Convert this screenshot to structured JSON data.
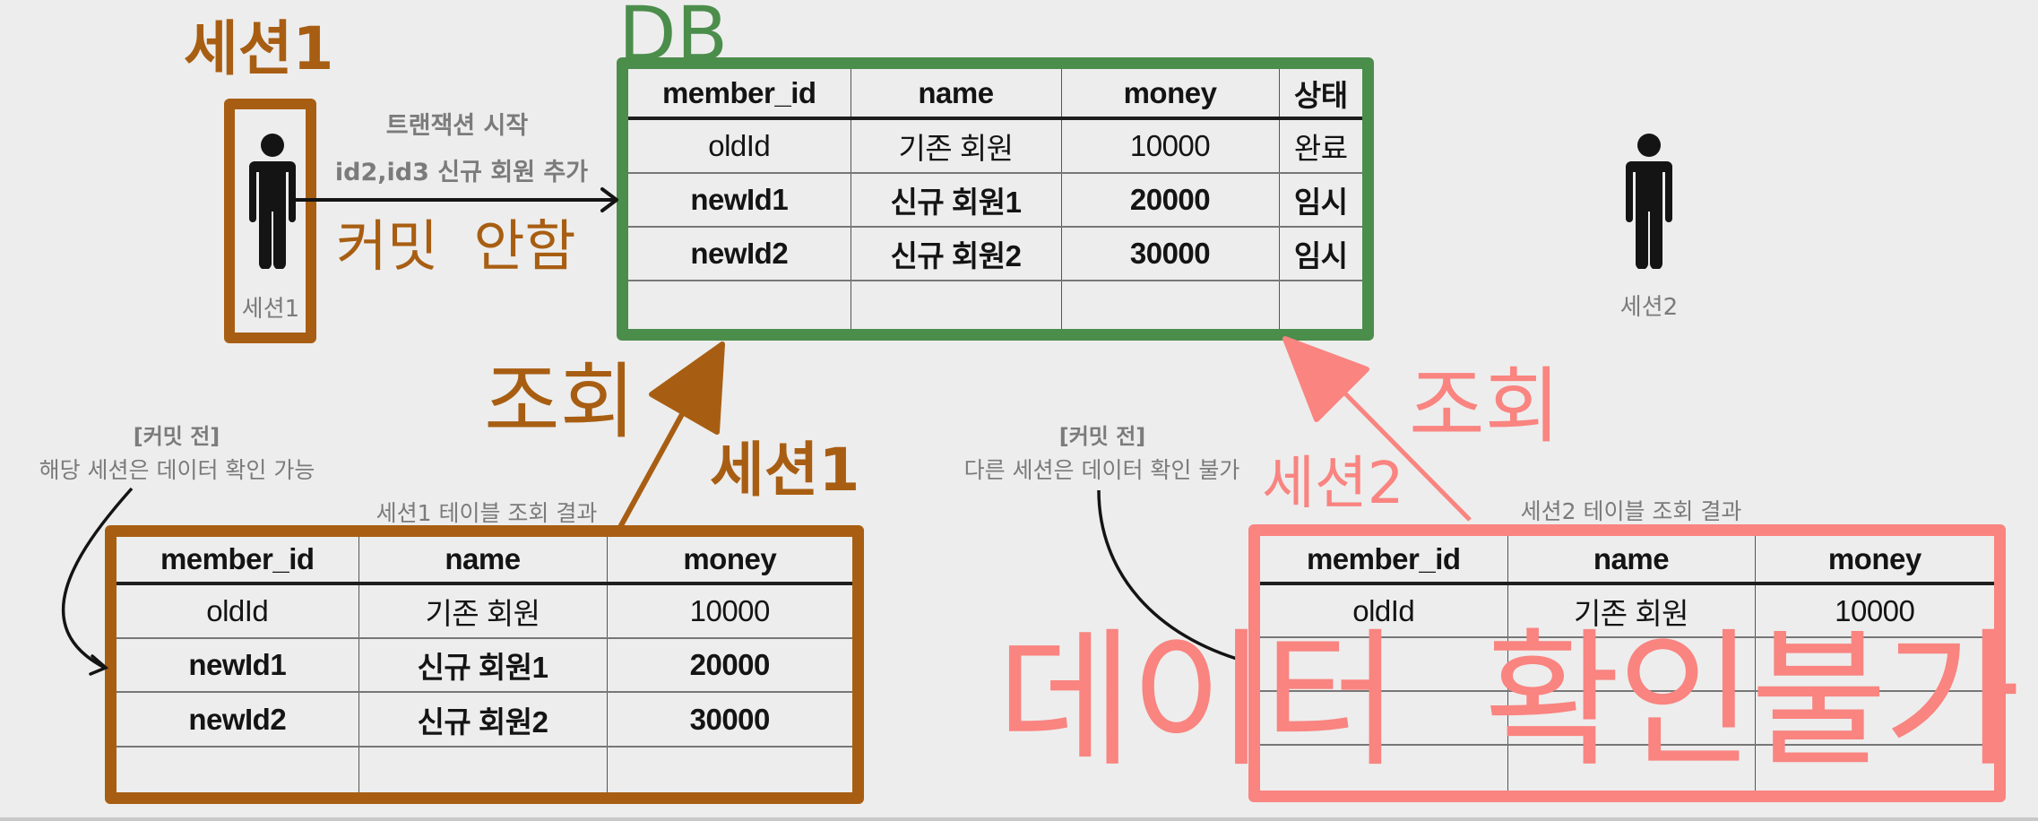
{
  "title_session1": "세션1",
  "title_db": "DB",
  "session1_figure": {
    "label": "세션1"
  },
  "session2_figure": {
    "label": "세션2"
  },
  "tx_arrow": {
    "line1": "트랜잭션 시작",
    "line2": "id2,id3 신규 회원 추가",
    "status": "커밋  안함"
  },
  "db_table": {
    "columns": [
      "member_id",
      "name",
      "money",
      "상태"
    ],
    "rows": [
      {
        "member_id": "oldId",
        "name": "기존 회원",
        "money": "10000",
        "state": "완료",
        "bold": false
      },
      {
        "member_id": "newId1",
        "name": "신규 회원1",
        "money": "20000",
        "state": "임시",
        "bold": true
      },
      {
        "member_id": "newId2",
        "name": "신규 회원2",
        "money": "30000",
        "state": "임시",
        "bold": true
      },
      {
        "member_id": "",
        "name": "",
        "money": "",
        "state": "",
        "bold": false
      }
    ],
    "border_color": "#4b8d4b"
  },
  "session1_query": {
    "action": "조회",
    "session_label": "세션1",
    "note_title": "[커밋 전]",
    "note_text": "해당 세션은 데이터 확인 가능",
    "caption": "세션1 테이블 조회 결과",
    "color": "#a85e12",
    "table": {
      "columns": [
        "member_id",
        "name",
        "money"
      ],
      "rows": [
        {
          "member_id": "oldId",
          "name": "기존 회원",
          "money": "10000",
          "bold": false
        },
        {
          "member_id": "newId1",
          "name": "신규 회원1",
          "money": "20000",
          "bold": true
        },
        {
          "member_id": "newId2",
          "name": "신규 회원2",
          "money": "30000",
          "bold": true
        },
        {
          "member_id": "",
          "name": "",
          "money": "",
          "bold": false
        }
      ]
    }
  },
  "session2_query": {
    "action": "조회",
    "session_label": "세션2",
    "note_title": "[커밋 전]",
    "note_text": "다른 세션은 데이터 확인 불가",
    "caption": "세션2 테이블 조회 결과",
    "overlay_text": "데이터  확인불가",
    "color": "#f98480",
    "table": {
      "columns": [
        "member_id",
        "name",
        "money"
      ],
      "rows": [
        {
          "member_id": "oldId",
          "name": "기존 회원",
          "money": "10000",
          "bold": false
        },
        {
          "member_id": "",
          "name": "",
          "money": "",
          "bold": false
        },
        {
          "member_id": "",
          "name": "",
          "money": "",
          "bold": false
        },
        {
          "member_id": "",
          "name": "",
          "money": "",
          "bold": false
        }
      ]
    }
  }
}
